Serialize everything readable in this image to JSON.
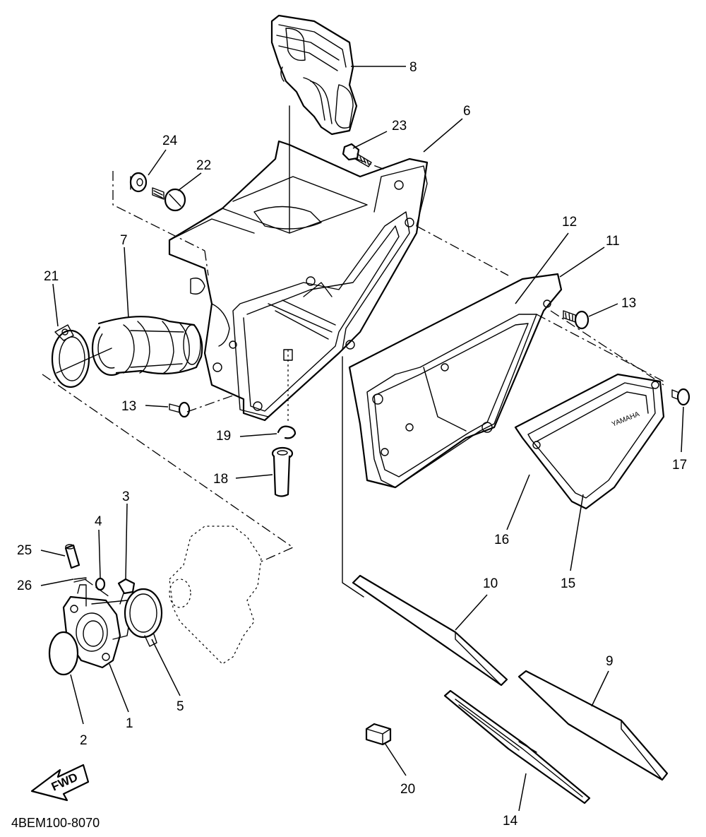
{
  "diagram": {
    "code": "4BEM100-8070",
    "fwd_label": "FWD",
    "brand_mark": "YAMAHA",
    "callouts": {
      "c1": "1",
      "c2": "2",
      "c3": "3",
      "c4": "4",
      "c5": "5",
      "c6": "6",
      "c7": "7",
      "c8": "8",
      "c9": "9",
      "c10": "10",
      "c11": "11",
      "c12": "12",
      "c13a": "13",
      "c13b": "13",
      "c14": "14",
      "c15": "15",
      "c16": "16",
      "c17": "17",
      "c18": "18",
      "c19": "19",
      "c20": "20",
      "c21": "21",
      "c22": "22",
      "c23": "23",
      "c24": "24",
      "c25": "25",
      "c26": "26"
    }
  }
}
